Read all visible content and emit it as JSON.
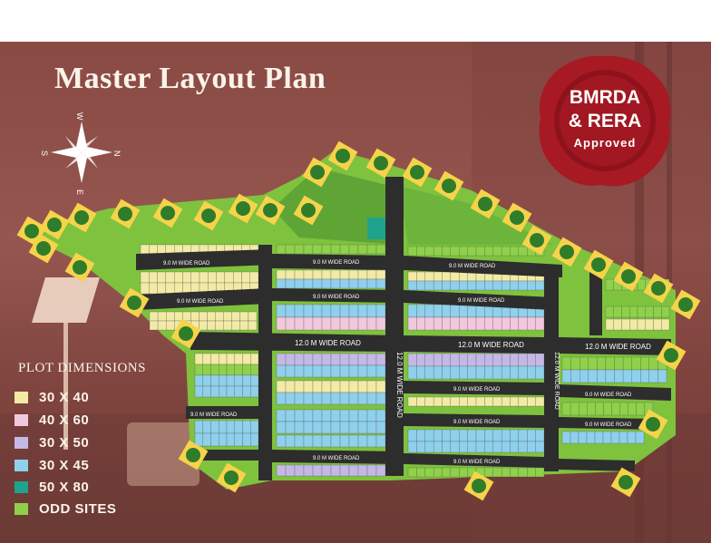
{
  "title": "Master Layout Plan",
  "seal": {
    "line1": "BMRDA",
    "line2": "& RERA",
    "line3": "Approved"
  },
  "compass": {
    "n": "N",
    "s": "S",
    "e": "E",
    "w": "W"
  },
  "legend": {
    "title": "PLOT DIMENSIONS",
    "items": [
      {
        "label": "30 X 40",
        "color": "#f3eaa6"
      },
      {
        "label": "40 X 60",
        "color": "#f2c8dc"
      },
      {
        "label": "30 X 50",
        "color": "#c4b8e6"
      },
      {
        "label": "30 X 45",
        "color": "#8fd0ec"
      },
      {
        "label": "50 X 80",
        "color": "#1fa38c"
      },
      {
        "label": "ODD SITES",
        "color": "#8fd14a"
      }
    ]
  },
  "roads": {
    "r9_top_left": "9.0 M WIDE ROAD",
    "r9_top_mid": "9.0 M WIDE ROAD",
    "r9_left2": "9.0 M WIDE ROAD",
    "r9_mid2": "9.0 M WIDE ROAD",
    "r9_mid3": "9.0 M WIDE ROAD",
    "r9_right1": "9.0 M WIDE ROAD",
    "r12_left": "12.0 M WIDE ROAD",
    "r12_mid": "12.0 M WIDE ROAD",
    "r12_right": "12.0 M WIDE ROAD",
    "r12_vert_mid": "12.0 M WIDE ROAD",
    "r12_vert_right": "12.0 M WIDE ROAD",
    "r9_low_left": "9.0 M WIDE ROAD",
    "r9_low_mid": "9.0 M WIDE ROAD",
    "r9_low_right": "9.0 M WIDE ROAD",
    "r9_bottom": "9.0 M WIDE ROAD",
    "r9_bottom_right": "9.0 M WIDE ROAD",
    "r9_left_small": "9.0 M WIDE ROAD",
    "r9_left_tiny": "9.0 M WIDE ROAD"
  }
}
